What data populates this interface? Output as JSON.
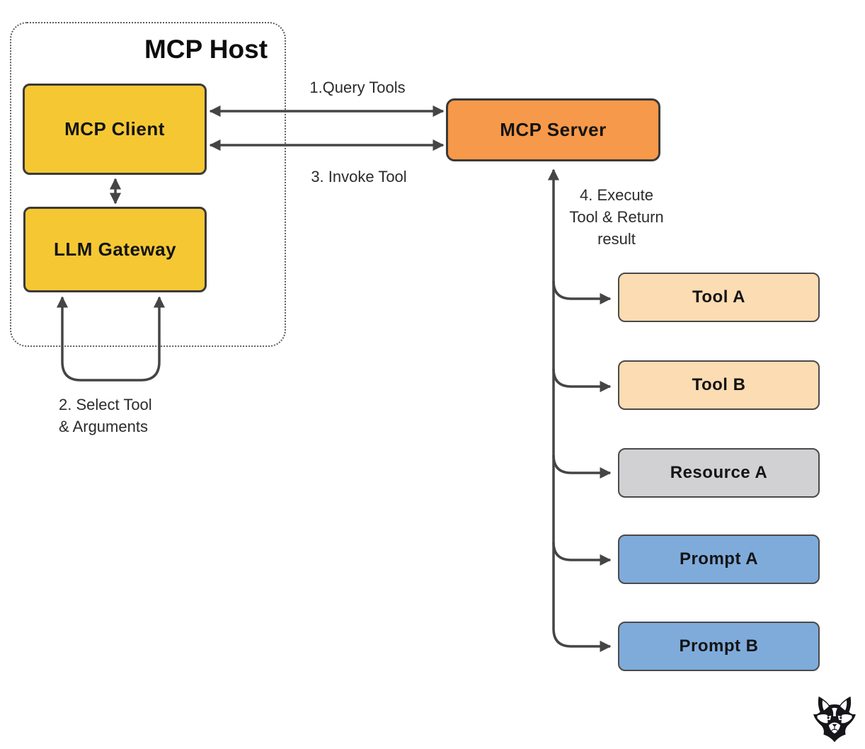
{
  "host": {
    "title": "MCP Host",
    "client_label": "MCP Client",
    "gateway_label": "LLM Gateway"
  },
  "server": {
    "label": "MCP Server"
  },
  "edge_labels": {
    "query_tools": "1.Query Tools",
    "invoke_tool": "3. Invoke Tool",
    "select_tool": "2. Select Tool\n& Arguments",
    "execute_tool": "4. Execute\nTool & Return\nresult"
  },
  "targets": [
    {
      "label": "Tool A",
      "type": "tool"
    },
    {
      "label": "Tool B",
      "type": "tool"
    },
    {
      "label": "Resource A",
      "type": "resource"
    },
    {
      "label": "Prompt A",
      "type": "prompt"
    },
    {
      "label": "Prompt B",
      "type": "prompt"
    }
  ],
  "icons": {
    "logo": "fox-head-logo"
  },
  "colors": {
    "host_node_fill": "#F5C833",
    "server_fill": "#F7994A",
    "tool_fill": "#FCDCB2",
    "resource_fill": "#D1D1D4",
    "prompt_fill": "#7FABDB",
    "node_border": "#3a3a3a",
    "arrow": "#454545"
  }
}
